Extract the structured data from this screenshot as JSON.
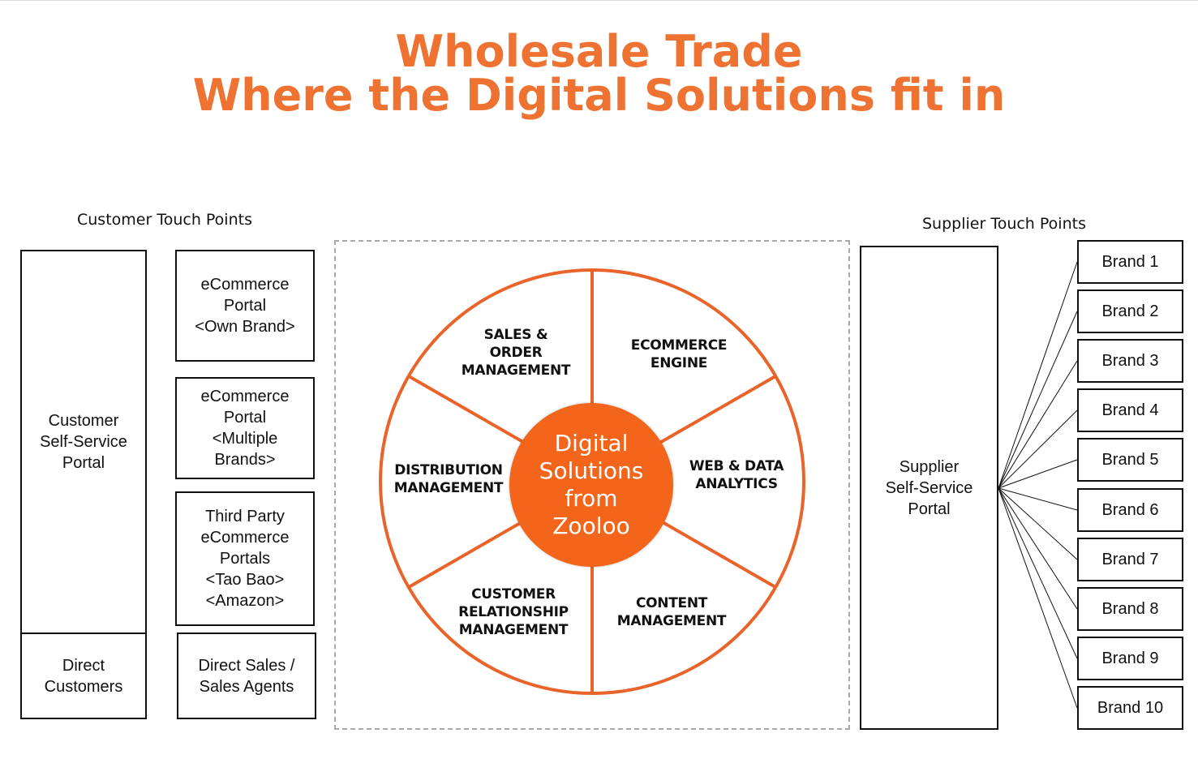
{
  "title": {
    "line1": "Wholesale Trade",
    "line2": "Where the Digital Solutions fit in"
  },
  "colors": {
    "accent": "#ee7232",
    "hub": "#f2651b",
    "wheel": "#e8642a"
  },
  "customer": {
    "heading": "Customer Touch Points",
    "self_service": "Customer\nSelf-Service\nPortal",
    "direct_customers": "Direct\nCustomers",
    "portal_own": "eCommerce\nPortal\n<Own Brand>",
    "portal_multi": "eCommerce\nPortal\n<Multiple\nBrands>",
    "third_party": "Third Party\neCommerce\nPortals\n<Tao Bao>\n<Amazon>",
    "direct_sales": "Direct Sales /\nSales Agents"
  },
  "wheel": {
    "hub": "Digital\nSolutions\nfrom\nZooloo",
    "segments": {
      "sales_order": "SALES &\nORDER\nMANAGEMENT",
      "ecommerce_engine": "ECOMMERCE\nENGINE",
      "web_data": "WEB & DATA\nANALYTICS",
      "content": "CONTENT\nMANAGEMENT",
      "crm": "CUSTOMER\nRELATIONSHIP\nMANAGEMENT",
      "distribution": "DISTRIBUTION\nMANAGEMENT"
    }
  },
  "supplier": {
    "heading": "Supplier Touch Points",
    "self_service": "Supplier\nSelf-Service\nPortal",
    "brands": [
      "Brand 1",
      "Brand 2",
      "Brand 3",
      "Brand 4",
      "Brand 5",
      "Brand 6",
      "Brand 7",
      "Brand 8",
      "Brand 9",
      "Brand 10"
    ]
  }
}
